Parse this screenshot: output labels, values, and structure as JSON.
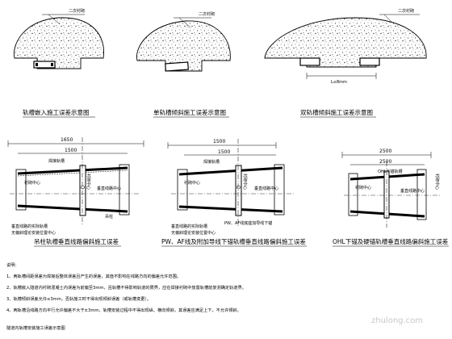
{
  "top_panels": [
    {
      "label": "二次衬砌",
      "caption": "轨槽嵌入施工误差示意图"
    },
    {
      "label": "二次衬砌",
      "caption": "单轨槽倾斜施工误差示意图"
    },
    {
      "label": "二次衬砌",
      "caption": "双轨槽倾斜施工误差示意图",
      "dim": "L≤8mm"
    }
  ],
  "mid_panels": [
    {
      "dims": [
        "1650",
        "1500"
      ],
      "left_labels": [
        "焊接轨槽",
        "衬砌中心"
      ],
      "bottom_labels": [
        "垂直线路的实际轨槽",
        "无偏斜理论安装位置中心"
      ],
      "right_labels": [
        "垂直线路中心",
        "吊柱"
      ],
      "side_text": "衬砌中心",
      "caption": "吊柱轨槽垂直线路偏斜施工误差"
    },
    {
      "dims": [
        "1500",
        "1500"
      ],
      "left_labels": [
        "焊接轨槽",
        "衬砌中心"
      ],
      "bottom_labels": [
        "垂直线路的实际轨槽",
        "无偏斜理论安装位置中心"
      ],
      "right_labels": [
        "垂直线路中心",
        "PW、AF线底座加导线下锚"
      ],
      "side_text": "衬砌中心",
      "caption": "PW、AF线及附加导线下锚轨槽垂直线路偏斜施工误差"
    },
    {
      "dims": [
        "2500",
        "2500"
      ],
      "left_labels": [
        "OHL下锚轨槽",
        "衬砌中心"
      ],
      "right_labels": [
        "垂直线路中心"
      ],
      "side_text": "衬砌中心",
      "caption": "OHL下锚及硬锚轨槽垂直线路偏斜施工误差"
    }
  ],
  "notes": [
    "说明：",
    "1、两轨槽间距误差为焊接后整体误差且产生的误差，其值不影响在线路方向的偏差允许范围。",
    "2、轨槽嵌入隧道内衬砌混凝土内误差为前偏至3mm，且轨槽不得影响轨道的限界，应在焊接衬砌中放置轨槽前复测确定轨道界。",
    "3、轨槽倾斜误差允许≤3mm，否轨施工时不得出现倾斜误差（或轨槽变更）。",
    "4、两轨槽沿线路方向平行允许偏差不大于±3mm，轨槽安装过程中不得出现纵、横向倾斜，其误差应满足上下，不允许倾斜。"
  ],
  "footer": "隧道内轨槽安装施工误差示意图",
  "watermark": "zhulong.com"
}
